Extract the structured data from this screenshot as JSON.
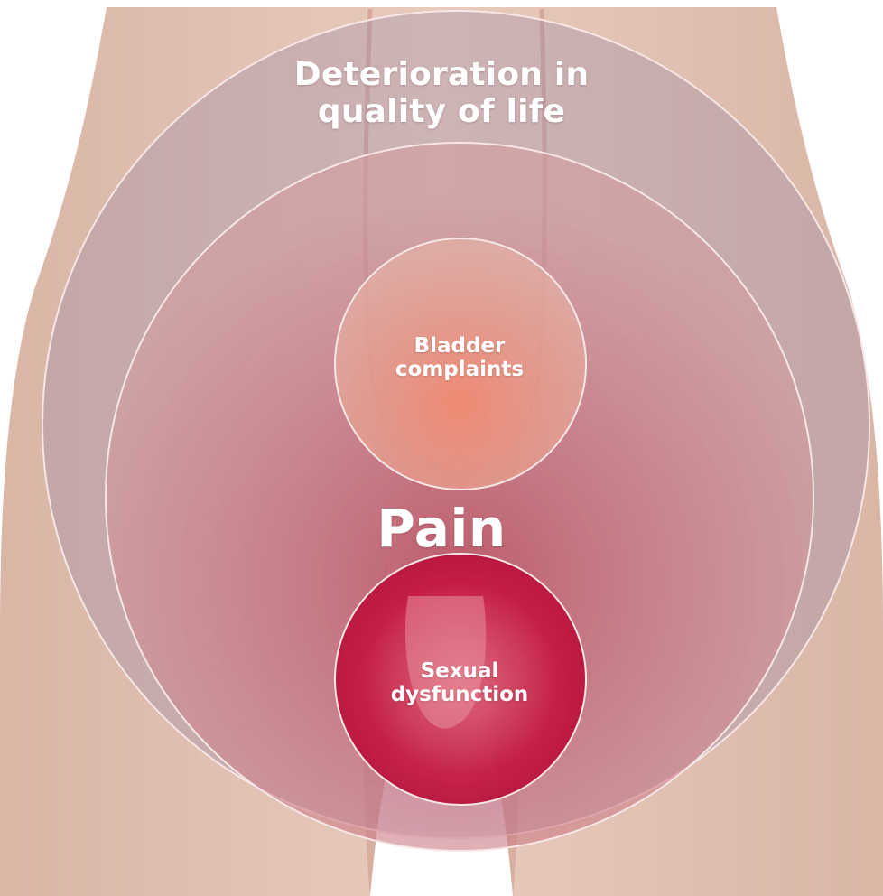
{
  "diagram": {
    "outer_circle": {
      "line1": "Deterioration in",
      "line2": "quality of life"
    },
    "middle_circle": {
      "label": "Pain"
    },
    "upper_inner_circle": {
      "line1": "Bladder",
      "line2": "complaints"
    },
    "lower_inner_circle": {
      "line1": "Sexual",
      "line2": "dysfunction"
    }
  },
  "colors": {
    "skin": "#e2c3b3",
    "skin_shadow": "#c99c8c",
    "outer_circle_fill": "#9a8aa6",
    "pain_circle_fill": "#c8687a",
    "bladder_fill": "#f08a78",
    "sexual_fill": "#c01040",
    "circle_stroke": "#f6e6e6"
  }
}
